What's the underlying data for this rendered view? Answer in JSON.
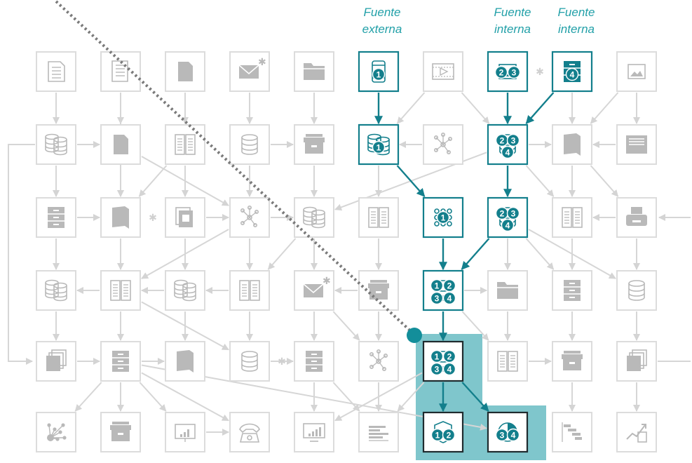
{
  "headers": [
    {
      "line1": "Fuente",
      "line2": "externa"
    },
    {
      "line1": "Fuente",
      "line2": "interna"
    },
    {
      "line1": "Fuente",
      "line2": "interna"
    }
  ],
  "colors": {
    "accent": "#137f8c",
    "highlight": "#7fc6cc",
    "inactive": "#dcdcdc",
    "inactive_icon": "#b9b9b9",
    "header_text": "#22a0a8"
  },
  "nodes": [
    {
      "id": "r0c0",
      "icon": "document-icon",
      "active": false
    },
    {
      "id": "r0c1",
      "icon": "form-document-icon",
      "active": false
    },
    {
      "id": "r0c2",
      "icon": "file-icon",
      "active": false
    },
    {
      "id": "r0c3",
      "icon": "mail-icon",
      "active": false
    },
    {
      "id": "r0c4",
      "icon": "folder-icon",
      "active": false
    },
    {
      "id": "r0c5",
      "icon": "mobile-phone-icon",
      "active": true,
      "badges": [
        "1"
      ]
    },
    {
      "id": "r0c6",
      "icon": "video-icon",
      "active": false
    },
    {
      "id": "r0c7",
      "icon": "image-file-icon",
      "active": true,
      "badges": [
        "2",
        "3"
      ]
    },
    {
      "id": "r0c8",
      "icon": "filing-cabinet-icon",
      "active": true,
      "badges": [
        "4"
      ]
    },
    {
      "id": "r0c9",
      "icon": "image-icon",
      "active": false
    },
    {
      "id": "r1c0",
      "icon": "databases-icon",
      "active": false
    },
    {
      "id": "r1c1",
      "icon": "file-icon",
      "active": false
    },
    {
      "id": "r1c2",
      "icon": "binders-icon",
      "active": false
    },
    {
      "id": "r1c3",
      "icon": "database-icon",
      "active": false
    },
    {
      "id": "r1c4",
      "icon": "archive-box-icon",
      "active": false
    },
    {
      "id": "r1c5",
      "icon": "databases-icon",
      "active": true,
      "badges": [
        "1"
      ]
    },
    {
      "id": "r1c6",
      "icon": "network-icon",
      "active": false
    },
    {
      "id": "r1c7",
      "icon": "database-icon",
      "active": true,
      "badges": [
        "2",
        "3",
        "4"
      ]
    },
    {
      "id": "r1c8",
      "icon": "book-icon",
      "active": false
    },
    {
      "id": "r1c9",
      "icon": "tray-icon",
      "active": false
    },
    {
      "id": "r2c0",
      "icon": "filing-cabinet-icon",
      "active": false
    },
    {
      "id": "r2c1",
      "icon": "book-icon",
      "active": false
    },
    {
      "id": "r2c2",
      "icon": "photo-stack-icon",
      "active": false
    },
    {
      "id": "r2c3",
      "icon": "network-icon",
      "active": false
    },
    {
      "id": "r2c4",
      "icon": "databases-icon",
      "active": false
    },
    {
      "id": "r2c5",
      "icon": "binders-icon",
      "active": false
    },
    {
      "id": "r2c6",
      "icon": "dot-grid-icon",
      "active": true,
      "badges": [
        "1"
      ]
    },
    {
      "id": "r2c7",
      "icon": "database-icon",
      "active": true,
      "badges": [
        "2",
        "3",
        "4"
      ]
    },
    {
      "id": "r2c8",
      "icon": "binders-icon",
      "active": false
    },
    {
      "id": "r2c9",
      "icon": "printer-icon",
      "active": false
    },
    {
      "id": "r3c0",
      "icon": "databases-icon",
      "active": false
    },
    {
      "id": "r3c1",
      "icon": "binders-icon",
      "active": false
    },
    {
      "id": "r3c2",
      "icon": "databases-icon",
      "active": false
    },
    {
      "id": "r3c3",
      "icon": "binders-icon",
      "active": false
    },
    {
      "id": "r3c4",
      "icon": "mail-icon",
      "active": false
    },
    {
      "id": "r3c5",
      "icon": "archive-box-icon",
      "active": false
    },
    {
      "id": "r3c6",
      "icon": "database-icon",
      "active": true,
      "badges": [
        "1",
        "2",
        "3",
        "4"
      ]
    },
    {
      "id": "r3c7",
      "icon": "folder-icon",
      "active": false
    },
    {
      "id": "r3c8",
      "icon": "filing-cabinet-icon",
      "active": false
    },
    {
      "id": "r3c9",
      "icon": "database-icon",
      "active": false
    },
    {
      "id": "r4c0",
      "icon": "copies-icon",
      "active": false
    },
    {
      "id": "r4c1",
      "icon": "filing-cabinet-icon",
      "active": false
    },
    {
      "id": "r4c2",
      "icon": "book-icon",
      "active": false
    },
    {
      "id": "r4c3",
      "icon": "database-icon",
      "active": false
    },
    {
      "id": "r4c4",
      "icon": "filing-cabinet-icon",
      "active": false
    },
    {
      "id": "r4c5",
      "icon": "network-icon",
      "active": false
    },
    {
      "id": "r4c6",
      "icon": "database-icon",
      "active": true,
      "badges": [
        "1",
        "2",
        "3",
        "4"
      ]
    },
    {
      "id": "r4c7",
      "icon": "binders-icon",
      "active": false
    },
    {
      "id": "r4c8",
      "icon": "archive-box-icon",
      "active": false
    },
    {
      "id": "r4c9",
      "icon": "copies-icon",
      "active": false
    },
    {
      "id": "r5c0",
      "icon": "tree-network-icon",
      "active": false
    },
    {
      "id": "r5c1",
      "icon": "archive-box-icon",
      "active": false
    },
    {
      "id": "r5c2",
      "icon": "presentation-chart-icon",
      "active": false
    },
    {
      "id": "r5c3",
      "icon": "telephone-icon",
      "active": false
    },
    {
      "id": "r5c4",
      "icon": "monitor-chart-icon",
      "active": false
    },
    {
      "id": "r5c5",
      "icon": "bar-lines-icon",
      "active": false
    },
    {
      "id": "r5c6",
      "icon": "shield-icon",
      "active": true,
      "badges": [
        "1",
        "2"
      ]
    },
    {
      "id": "r5c7",
      "icon": "pie-chart-icon",
      "active": true,
      "badges": [
        "3",
        "4"
      ]
    },
    {
      "id": "r5c8",
      "icon": "gantt-chart-icon",
      "active": false
    },
    {
      "id": "r5c9",
      "icon": "trend-report-icon",
      "active": false
    }
  ]
}
